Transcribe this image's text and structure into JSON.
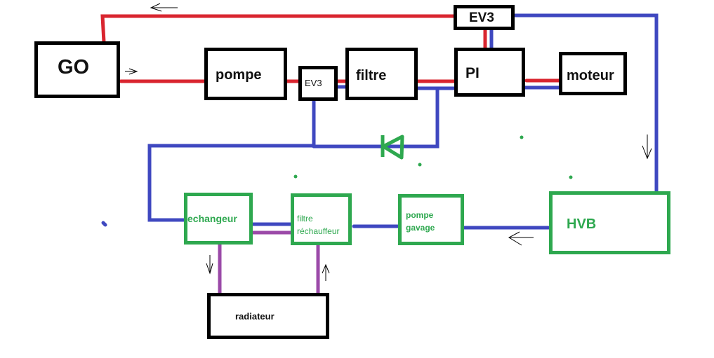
{
  "colors": {
    "fuel_line": "#d9252f",
    "return_line": "#3f48c0",
    "coolant_line": "#9b4aa8",
    "black_box": "#000000",
    "green_box": "#2ea84f",
    "diode": "#2ea84f"
  },
  "boxes": {
    "go": "GO",
    "pompe": "pompe",
    "ev3_small": "EV3",
    "filtre": "filtre",
    "ev3_top": "EV3",
    "pi": "PI",
    "moteur": "moteur",
    "echangeur": "echangeur",
    "filtre_rechauffeur_line1": "filtre",
    "filtre_rechauffeur_line2": "réchauffeur",
    "pompe_gavage_line1": "pompe",
    "pompe_gavage_line2": "gavage",
    "hvb": "HVB",
    "radiateur": "radiateur"
  },
  "arrows": [
    {
      "name": "top-return-arrow",
      "direction": "left"
    },
    {
      "name": "go-output-arrow",
      "direction": "right"
    },
    {
      "name": "right-return-arrow",
      "direction": "down"
    },
    {
      "name": "hvb-output-arrow",
      "direction": "left"
    },
    {
      "name": "echangeur-to-radiateur-arrow",
      "direction": "down"
    },
    {
      "name": "radiateur-to-filtre-arrow",
      "direction": "up"
    }
  ],
  "symbols": {
    "diode": "check-valve"
  }
}
